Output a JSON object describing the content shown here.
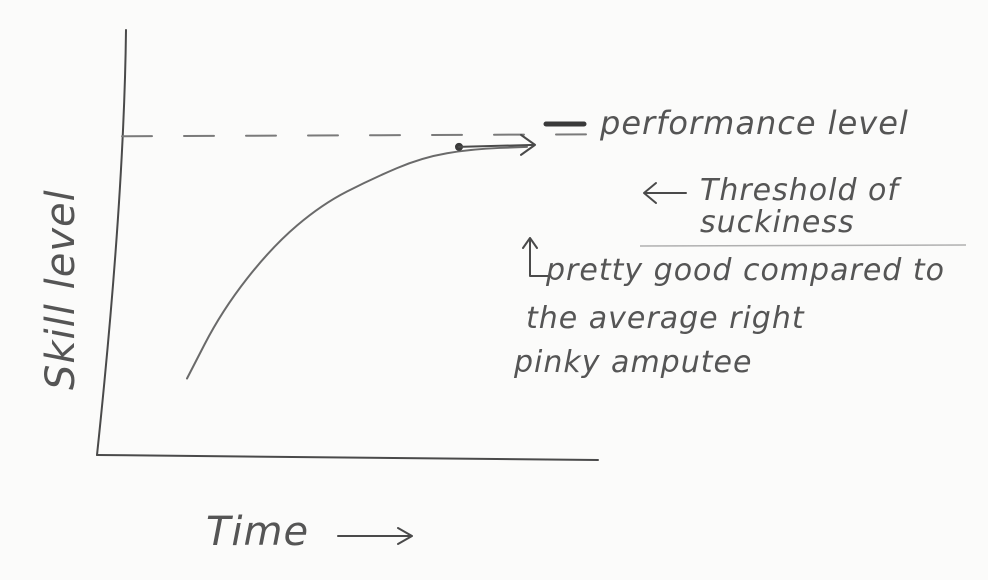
{
  "chart_data": {
    "type": "line",
    "title": "",
    "xlabel": "Time",
    "ylabel": "Skill level",
    "xlim": [
      0,
      10
    ],
    "ylim": [
      0,
      10
    ],
    "grid": false,
    "legend": "top-right",
    "series": [
      {
        "name": "performance level",
        "x": [
          1.8,
          2.5,
          3.5,
          4.5,
          5.5,
          6.5,
          7.5,
          8.6
        ],
        "y": [
          1.8,
          3.4,
          4.9,
          5.9,
          6.5,
          7.0,
          7.2,
          7.25
        ]
      }
    ],
    "threshold": {
      "y": 7.5,
      "label": "Threshold of suckiness"
    },
    "annotations": [
      {
        "x": 8.6,
        "y": 7.25,
        "text": "pretty good compared to the average right pinky amputee"
      }
    ]
  },
  "colors": {
    "pencil": "#4a4a4a",
    "light_pencil": "#8a8a8a",
    "paper": "#fbfbfa"
  }
}
